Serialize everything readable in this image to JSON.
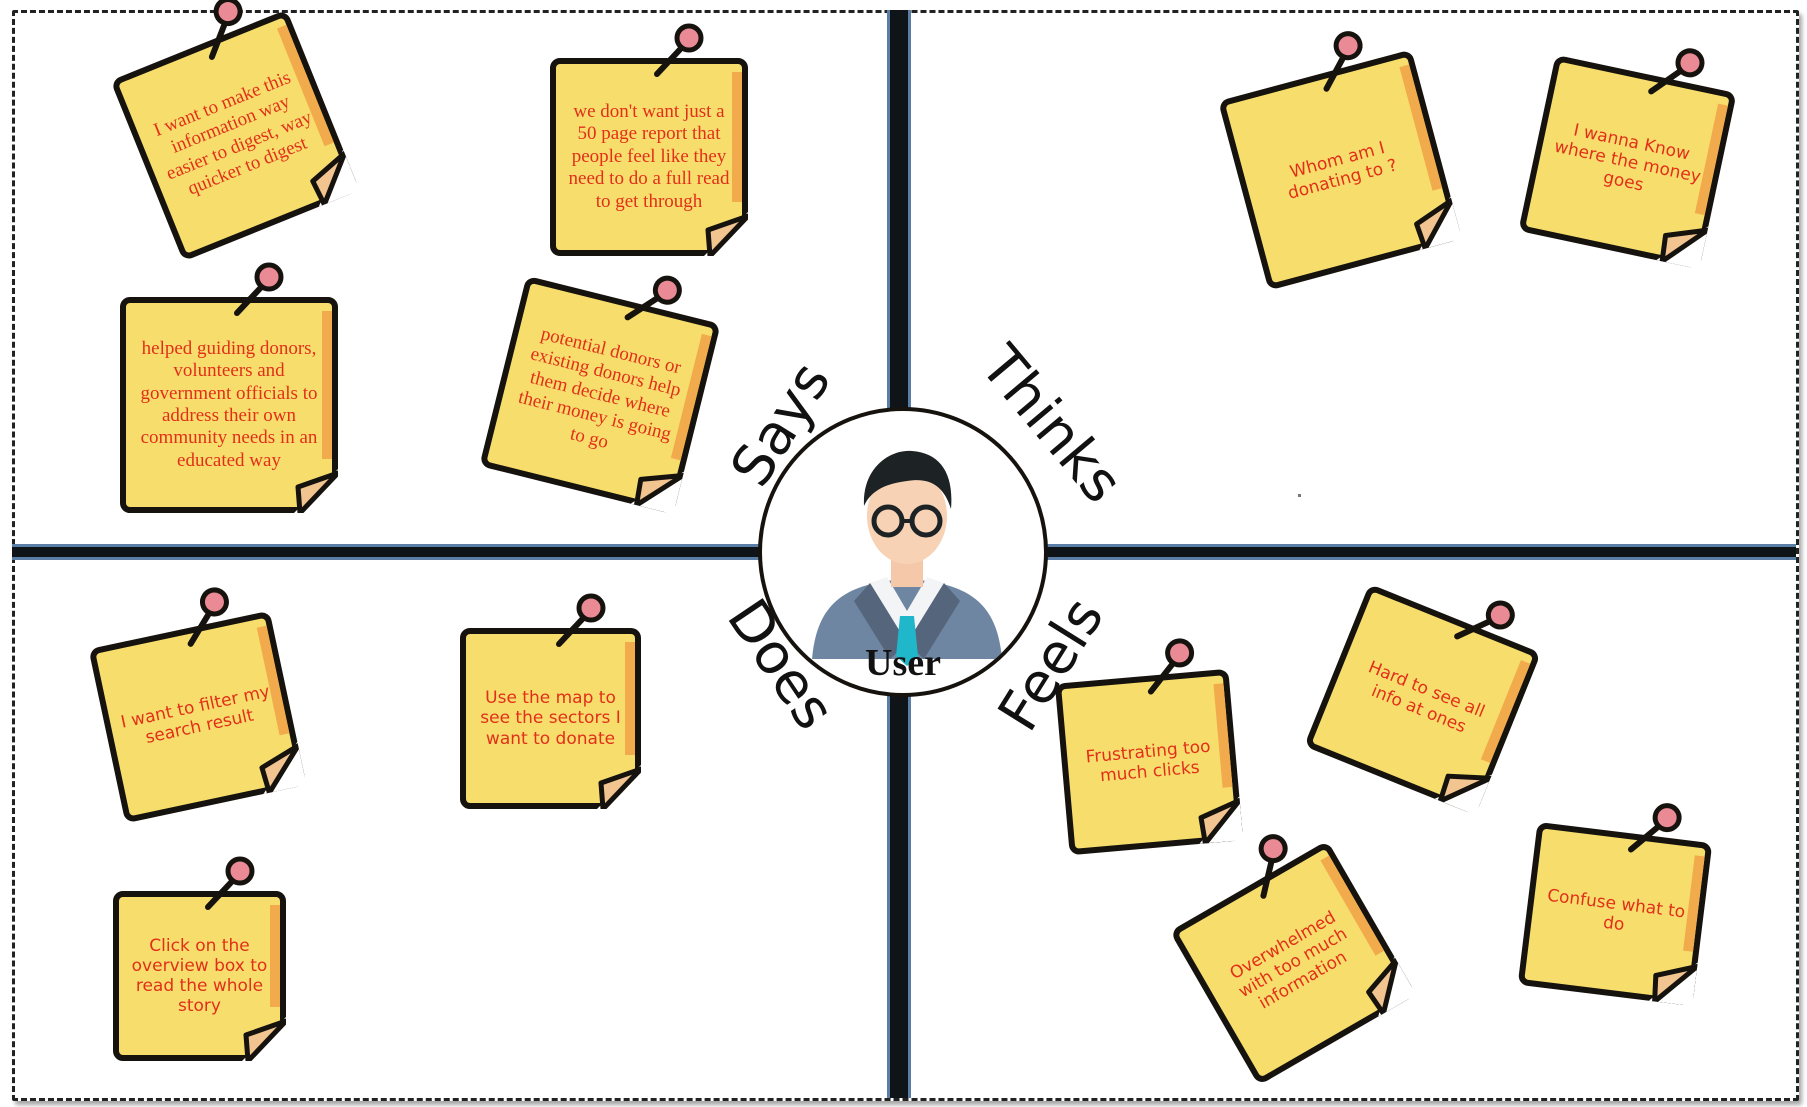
{
  "center": {
    "label": "User"
  },
  "quadrants": {
    "says": {
      "label": "Says",
      "notes": [
        "I want to make this information way easier to digest, way quicker to digest",
        "we don't want just a 50 page report that people feel like they need to do a full read to get through",
        "helped guiding donors, volunteers and government officials to address their own community needs in an educated way",
        "potential donors or existing donors help them decide where their money is going to go"
      ]
    },
    "thinks": {
      "label": "Thinks",
      "notes": [
        "Whom am I donating to ?",
        "I wanna Know where the money goes"
      ]
    },
    "does": {
      "label": "Does",
      "notes": [
        "I want to filter my search result",
        "Use the map to see the sectors I want to donate",
        "Click on the overview box to read the whole story"
      ]
    },
    "feels": {
      "label": "Feels",
      "notes": [
        "Frustrating too much clicks",
        "Hard to see all info at ones",
        "Overwhelmed with too much information",
        "Confuse what to do"
      ]
    }
  },
  "colors": {
    "note_fill": "#f7de6c",
    "note_text": "#e22f1a",
    "pin_head": "#e98a94",
    "divider": "#0f1418"
  },
  "icons": {
    "center": "user-avatar-icon",
    "pin": "pushpin-icon",
    "fold": "page-curl-icon"
  }
}
